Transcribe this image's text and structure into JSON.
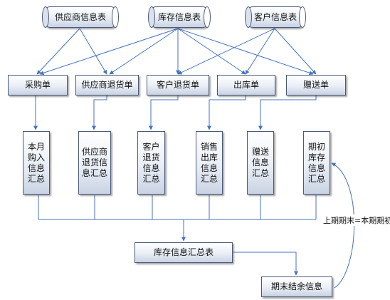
{
  "diagram": {
    "tables": {
      "supplier_info": "供应商信息表",
      "inventory_info": "库存信息表",
      "customer_info": "客户信息表"
    },
    "documents": {
      "purchase_order": "采购单",
      "supplier_return": "供应商退货单",
      "customer_return": "客户退货单",
      "outbound_order": "出库单",
      "gift_order": "赠送单"
    },
    "summaries": {
      "monthly_purchase": "本月\n购入\n信息\n汇总",
      "supplier_return_summary": "供应商\n退货信\n息汇总",
      "customer_return_summary": "客户\n退货\n信息\n汇总",
      "sales_outbound_summary": "销售\n出库\n信息\n汇总",
      "gift_summary": "赠送\n信息\n汇总",
      "opening_inventory_summary": "期初\n库存\n信息\n汇总"
    },
    "inventory_summary_table": "库存信息汇总表",
    "ending_balance": "期末结余信息",
    "loop_label": "上期期末=本期期初",
    "line_color": "#4472c4",
    "fill_color": "#e9eef6",
    "border_color": "#4a5a78"
  }
}
